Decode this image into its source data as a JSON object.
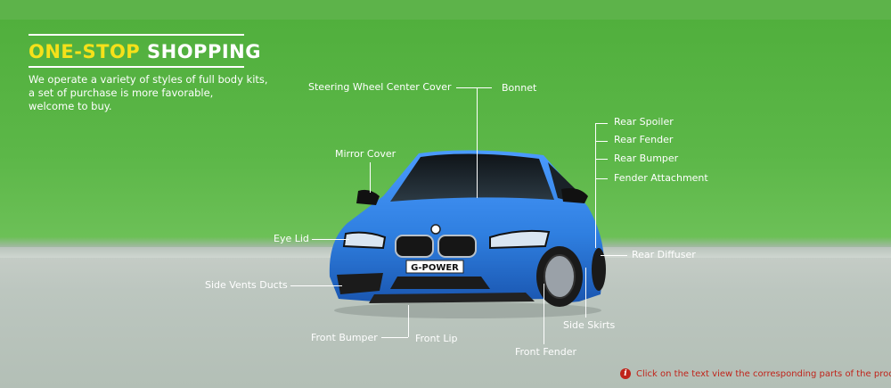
{
  "header": {
    "title_highlight": "ONE-STOP",
    "title_rest": "SHOPPING",
    "description_lines": [
      "We operate a variety of styles of full body kits,",
      "a set of purchase is more favorable,",
      "welcome to buy."
    ]
  },
  "car": {
    "plate_text": "G-POWER"
  },
  "parts": {
    "steering_wheel_center_cover": "Steering Wheel Center Cover",
    "bonnet": "Bonnet",
    "mirror_cover": "Mirror Cover",
    "rear_spoiler": "Rear Spoiler",
    "rear_fender": "Rear Fender",
    "rear_bumper": "Rear Bumper",
    "fender_attachment": "Fender Attachment",
    "eye_lid": "Eye Lid",
    "rear_diffuser": "Rear Diffuser",
    "side_vents_ducts": "Side Vents Ducts",
    "side_skirts": "Side Skirts",
    "front_bumper": "Front Bumper",
    "front_lip": "Front Lip",
    "front_fender": "Front Fender"
  },
  "hint": {
    "icon": "info-icon",
    "text": "Click on the text view the corresponding parts of the product."
  },
  "colors": {
    "accent_yellow": "#f5e11a",
    "hint_red": "#c0241b",
    "background_green": "#5cb748",
    "car_blue": "#2f7fe0"
  }
}
